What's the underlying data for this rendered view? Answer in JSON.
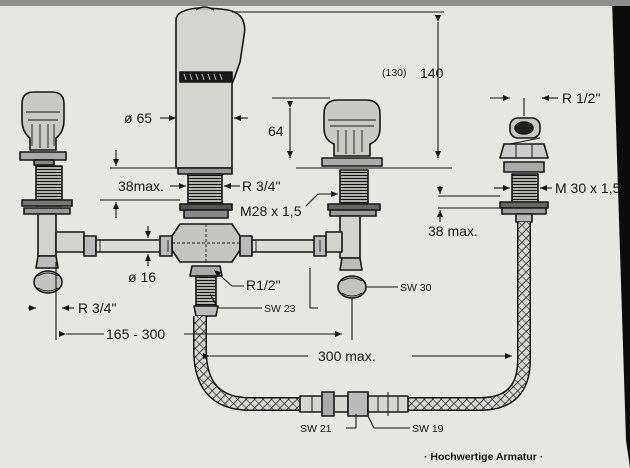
{
  "paper_color": "#e6e6e3",
  "ink_color": "#161616",
  "background_color": "#0c0c0c",
  "labels": {
    "d130": "(130)",
    "d140": "140",
    "r12_top": "R 1/2\"",
    "d65": "ø 65",
    "d64": "64",
    "d38max_left": "38max.",
    "r34_mid": "R 3/4\"",
    "m28": "M28 x 1,5",
    "m30": "M 30 x 1,5",
    "d38max_right": "38 max.",
    "d16": "ø 16",
    "r12_mid": "R1/2\"",
    "sw30": "SW 30",
    "sw23": "SW 23",
    "r34_bottom": "R 3/4\"",
    "d165_300": "165 - 300",
    "d300max": "300 max.",
    "sw21": "SW 21",
    "sw19": "SW 19",
    "footer": "· Hochwertige Armatur ·"
  }
}
